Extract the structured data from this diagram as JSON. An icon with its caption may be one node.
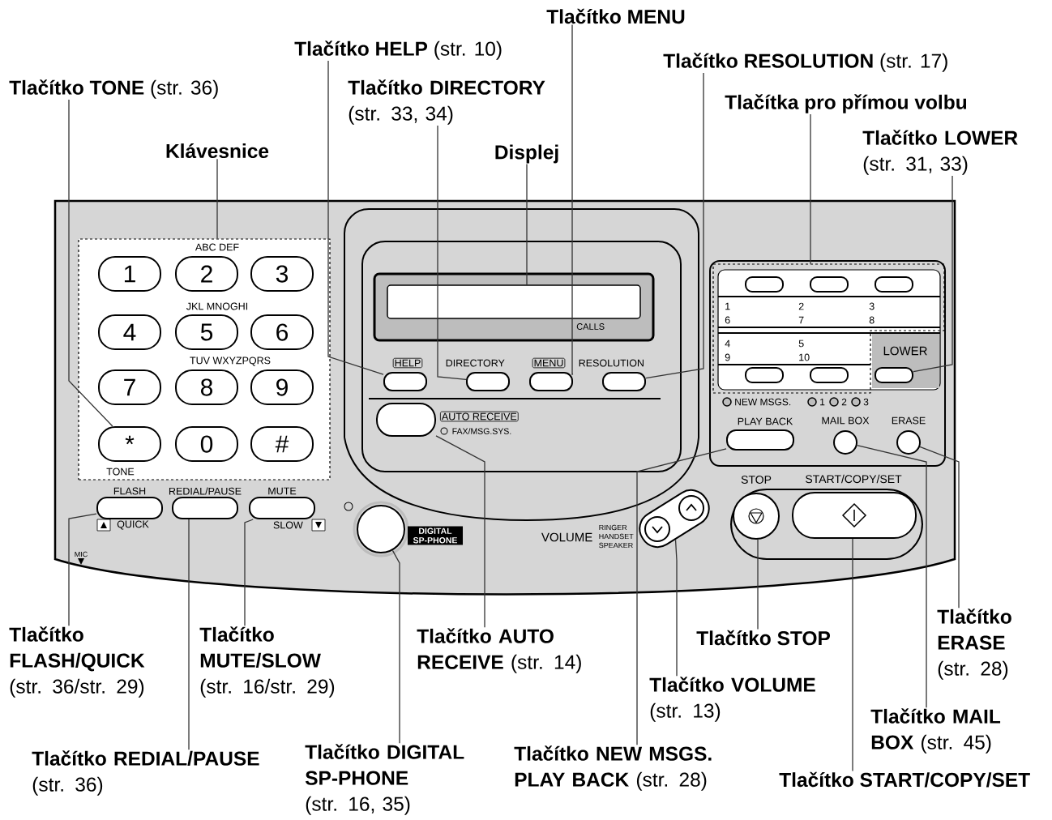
{
  "diagram": {
    "nodes": [
      {
        "text": [
          "Tlačítko MENU"
        ]
      },
      {
        "text": [
          "Tlačítko HELP",
          "(str. 10)"
        ]
      },
      {
        "text": [
          "Tlačítko RESOLUTION",
          "(str. 17)"
        ]
      },
      {
        "text": [
          "Tlačítko TONE",
          "(str. 36)"
        ]
      },
      {
        "text": [
          "Tlačítko DIRECTORY",
          "(str. 33, 34)"
        ]
      },
      {
        "text": [
          "Tlačítka pro přímou volbu"
        ]
      },
      {
        "text": [
          "Klávesnice"
        ]
      },
      {
        "text": [
          "Displej"
        ]
      },
      {
        "text": [
          "Tlačítko LOWER",
          "(str. 31, 33)"
        ]
      },
      {
        "text": [],
        "shape": "box"
      },
      {
        "text": [
          "1"
        ],
        "in": 9
      },
      {
        "text": [
          "2"
        ],
        "in": 9
      },
      {
        "text": [
          "3"
        ],
        "in": 9
      },
      {
        "text": [
          "4"
        ],
        "in": 9
      },
      {
        "text": [
          "5"
        ],
        "in": 9
      },
      {
        "text": [
          "6"
        ],
        "in": 9
      },
      {
        "text": [
          "7"
        ],
        "in": 9
      },
      {
        "text": [
          "8"
        ],
        "in": 9
      },
      {
        "text": [
          "9"
        ],
        "in": 9
      },
      {
        "text": [
          "*"
        ],
        "in": 9
      },
      {
        "text": [
          "0"
        ],
        "in": 9
      },
      {
        "text": [
          "#"
        ],
        "in": 9
      },
      {
        "text": [],
        "shape": "box"
      },
      {
        "text": [
          "HELP"
        ]
      },
      {
        "text": [
          "DIRECTORY"
        ]
      },
      {
        "text": [
          "MENU"
        ]
      },
      {
        "text": [
          "RESOLUTION"
        ]
      },
      {
        "text": [],
        "shape": "box"
      },
      {
        "text": [],
        "shape": "oval",
        "in": 27
      },
      {
        "text": [],
        "shape": "oval",
        "in": 27
      },
      {
        "text": [],
        "shape": "oval",
        "in": 27
      },
      {
        "text": [],
        "shape": "oval",
        "in": 27
      },
      {
        "text": [],
        "shape": "oval",
        "in": 27
      },
      {
        "text": [
          "LOWER"
        ]
      },
      {
        "text": [
          "AUTO RECEIVE",
          "FAX/MSG.SYS."
        ]
      },
      {
        "text": [
          "PLAY BACK"
        ]
      },
      {
        "text": [
          "MAIL BOX"
        ]
      },
      {
        "text": [
          "ERASE"
        ]
      },
      {
        "text": [
          "FLASH"
        ],
        "beside": [
          "QUICK"
        ]
      },
      {
        "text": [
          "REDIAL/PAUSE"
        ]
      },
      {
        "text": [
          "MUTE"
        ],
        "beside": [
          "SLOW"
        ]
      },
      {
        "text": [
          "STOP"
        ]
      },
      {
        "text": [
          "START/COPY/SET"
        ]
      },
      {
        "text": [
          "DIGITAL SP-PHONE"
        ]
      },
      {
        "text": [
          "VOLUME",
          "RINGER",
          "HANDSET",
          "SPEAKER"
        ]
      },
      {
        "text": [
          "Tlačítko FLASH/QUICK",
          "(str. 36/str. 29)"
        ]
      },
      {
        "text": [
          "Tlačítko ERASE",
          "(str. 28)"
        ]
      },
      {
        "text": [
          "Tlačítko MUTE/SLOW",
          "(str. 16/str. 29)"
        ]
      },
      {
        "text": [
          "Tlačítko AUTO RECEIVE",
          "(str. 14)"
        ]
      },
      {
        "text": [
          "Tlačítko STOP"
        ]
      },
      {
        "text": [
          "Tlačítko VOLUME",
          "(str. 13)"
        ]
      },
      {
        "text": [
          "Tlačítko MAIL BOX",
          "(str. 45)"
        ]
      },
      {
        "text": [
          "Tlačítko REDIAL/PAUSE",
          "(str. 36)"
        ]
      },
      {
        "text": [
          "Tlačítko DIGITAL SP-PHONE",
          "(str. 16, 35)"
        ]
      },
      {
        "text": [
          "Tlačítko NEW MSGS. PLAY BACK",
          "(str. 28)"
        ]
      },
      {
        "text": [
          "Tlačítko START/COPY/SET"
        ]
      }
    ],
    "edges": [
      {
        "from": 3,
        "to": 19,
        "arrow": "none"
      },
      {
        "from": 6,
        "to": 9,
        "arrow": "none"
      },
      {
        "from": 1,
        "to": 23,
        "arrow": "none"
      },
      {
        "from": 4,
        "to": 24,
        "arrow": "none"
      },
      {
        "from": 7,
        "to": 22,
        "arrow": "none"
      },
      {
        "from": 0,
        "to": 25,
        "arrow": "none"
      },
      {
        "from": 2,
        "to": 26,
        "arrow": "none"
      },
      {
        "from": 5,
        "to": 27,
        "arrow": "none"
      },
      {
        "from": 8,
        "to": 33,
        "arrow": "none"
      },
      {
        "from": 45,
        "to": 38,
        "arrow": "none"
      },
      {
        "from": 52,
        "to": 39,
        "arrow": "none"
      },
      {
        "from": 47,
        "to": 40,
        "arrow": "none"
      },
      {
        "from": 53,
        "to": 43,
        "arrow": "none"
      },
      {
        "from": 48,
        "to": 34,
        "arrow": "none"
      },
      {
        "from": 54,
        "to": 35,
        "arrow": "none"
      },
      {
        "from": 50,
        "to": 44,
        "arrow": "none"
      },
      {
        "from": 49,
        "to": 41,
        "arrow": "none"
      },
      {
        "from": 55,
        "to": 42,
        "arrow": "none"
      },
      {
        "from": 51,
        "to": 36,
        "arrow": "none"
      },
      {
        "from": 46,
        "to": 37,
        "arrow": "none"
      }
    ],
    "labels": [
      "ABC DEF",
      "JKL MNOGHI",
      "TUV WXYZPQRS",
      "TONE",
      "CALLS",
      "1",
      "2",
      "3",
      "6",
      "7",
      "8",
      "4",
      "5",
      "9",
      "10",
      "NEW MSGS.",
      "1",
      "2",
      "3",
      "MIC"
    ]
  }
}
